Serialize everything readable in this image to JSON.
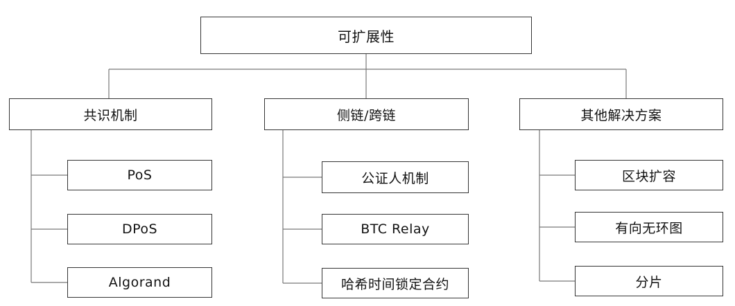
{
  "root": {
    "label": "可扩展性"
  },
  "branches": [
    {
      "label": "共识机制",
      "children": [
        "PoS",
        "DPoS",
        "Algorand"
      ]
    },
    {
      "label": "侧链/跨链",
      "children": [
        "公证人机制",
        "BTC Relay",
        "哈希时间锁定合约"
      ]
    },
    {
      "label": "其他解决方案",
      "children": [
        "区块扩容",
        "有向无环图",
        "分片"
      ]
    }
  ]
}
